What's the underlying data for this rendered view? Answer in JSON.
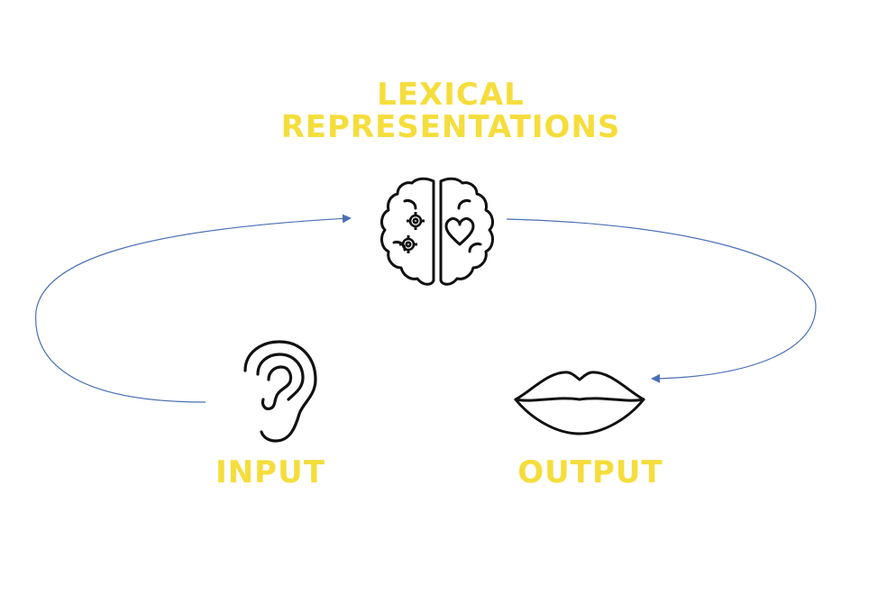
{
  "diagram": {
    "title_lines": [
      "LEXICAL",
      "REPRESENTATIONS"
    ],
    "input_label": "INPUT",
    "output_label": "OUTPUT",
    "icons": {
      "center": "brain-icon",
      "left": "ear-icon",
      "right": "lips-icon"
    },
    "colors": {
      "label": "#f5dd3c",
      "arrow": "#4a6fb5",
      "icon_stroke": "#111111"
    }
  }
}
